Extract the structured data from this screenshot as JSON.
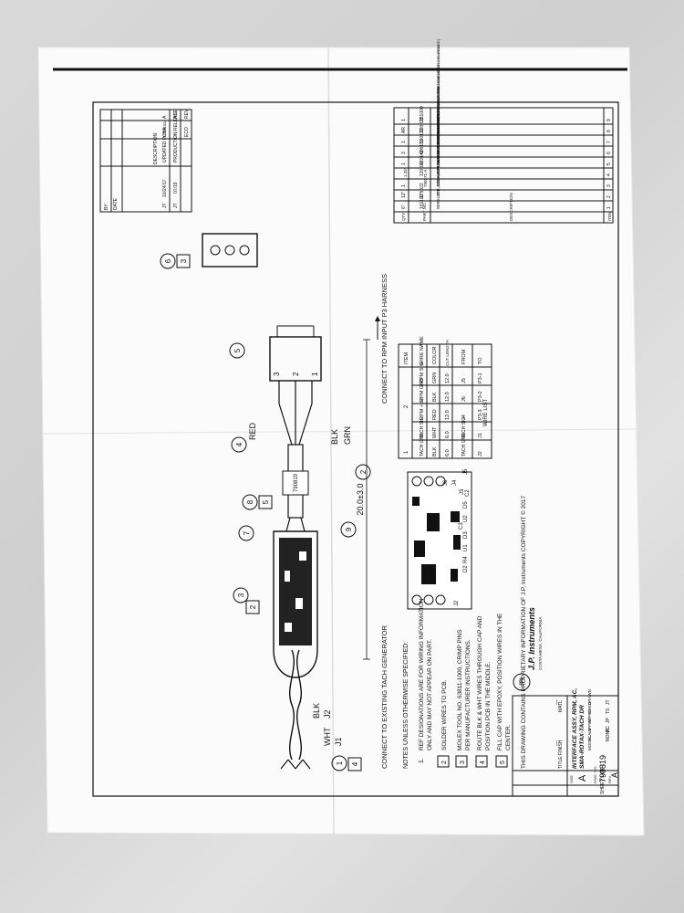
{
  "drawing": {
    "connect_tach": "CONNECT TO EXISTING TACH GENERATOR",
    "connect_rpm": "CONNECT TO RPM INPUT P3 HARNESS",
    "dimension": "20.0±3.0",
    "wire_red": "RED",
    "wire_blk": "BLK",
    "wire_grn": "GRN",
    "wire_wht": "WHT",
    "j1": "J1",
    "j2": "J2",
    "blk2": "BLK",
    "label_part": "790819",
    "pin3": "3",
    "pin2": "2",
    "pin1": "1",
    "balloons": [
      "1",
      "2",
      "3",
      "4",
      "5",
      "6",
      "7",
      "8",
      "9"
    ],
    "flags": [
      "4",
      "2",
      "5",
      "3"
    ]
  },
  "notes": {
    "heading": "NOTES UNLESS OTHERWISE SPECIFIED:",
    "items": [
      {
        "num": "1.",
        "text1": "REF DESIGNATIONS ARE FOR WIRING INFORMATION",
        "text2": "ONLY AND MAY NOT APPEAR ON PART."
      },
      {
        "num": "2",
        "text1": "SOLDER WIRES TO PCB.",
        "text2": ""
      },
      {
        "num": "3",
        "text1": "MOLEX TOOL NO. 63811-1000, CRIMP PINS",
        "text2": "PER MANUFACTURER INSTRUCTIONS."
      },
      {
        "num": "4",
        "text1": "ROUTE BLK & WHT WIRES THROUGH CAP AND",
        "text2": "POSITION PCB IN THE MIDDLE."
      },
      {
        "num": "5",
        "text1": "FILL CAP WITH EPOXY, POSITION WIRES IN THE",
        "text2": "CENTER."
      }
    ],
    "proprietary": "THIS DRAWING CONTAINS PROPRIETARY INFORMATION OF J.P. Instruments COPYRIGHT © 2017"
  },
  "pcb": {
    "labels": [
      "J4",
      "J3",
      "J6",
      "U2",
      "D5",
      "C2",
      "J5",
      "J2",
      "R4",
      "U1",
      "D3",
      "D2",
      "C3"
    ]
  },
  "wire_list": {
    "title": "WIRE LIST",
    "headers": [
      "ITEM",
      "WIRE NAME",
      "COLOR",
      "CUT LENGTH",
      "FROM",
      "TO"
    ],
    "rows": [
      [
        "",
        "RPM SIG",
        "GRN",
        "12.0",
        "J5",
        "P3-1"
      ],
      [
        "2",
        "RPM GND",
        "BLK",
        "12.0",
        "J6",
        "P3-2"
      ],
      [
        "",
        "RPM +5V",
        "RED",
        "12.0",
        "J4",
        "P3-3"
      ],
      [
        "",
        "TACH SIG",
        "WHT",
        "6.0",
        "TACH SIG",
        "J1"
      ],
      [
        "1",
        "TACH GND",
        "BLK",
        "6.0",
        "TACH GND",
        "J2"
      ]
    ]
  },
  "revisions": {
    "headers": [
      "REV",
      "ECO",
      "DESCRIPTION",
      "DATE",
      "BY"
    ],
    "rows": [
      [
        "NC",
        "-",
        "PRODUCTION RELEASE",
        "07/19",
        "JT"
      ],
      [
        "A",
        "17102414",
        "UPDATED PCBA",
        "10/24/17",
        "JT"
      ]
    ]
  },
  "bom": {
    "headers": [
      "QTY",
      "PART NO.",
      "DESCRIPTION",
      "ITEM"
    ],
    "rows": [
      [
        "1",
        "351000",
        "LABEL, WHITE, 3/4L, 1/2W, 1790819, BARCODE]",
        "9"
      ],
      [
        "AR",
        "190022",
        "ADHESIVE, EPOXY, SCOTCH-WELD, DP-190, GRAY",
        "8"
      ],
      [
        "1",
        "190112",
        "CAP, SILICONE",
        "7"
      ],
      [
        "3",
        "606181",
        "CONTACT, WIRE-N-LOK, MALE PIN",
        "6"
      ],
      [
        "1",
        "420142",
        "CONNECTOR, WIRE-N-LOK, 3 POS, MALE PIN HOUSING",
        "5"
      ],
      [
        "1.25\"",
        "120031",
        "HEAT SHRINK TUBING, BLK, 3/16\"",
        "4"
      ],
      [
        "1",
        "790271-A",
        "ASSY, PCB, INTERFACE TACH GEN, ROTAX",
        "3"
      ],
      [
        "12\"",
        "175022",
        "WIRE, 3 COND, 22 GA, FEP WIT, RED/BLK/GRN W/GROUND WIRE",
        "2"
      ],
      [
        "6\"",
        "161100",
        "WIRE, TFE, 22GA, TWISTED, 2 COND, BLK-WHT",
        "1"
      ]
    ]
  },
  "title_block": {
    "company": "J.P. Instruments",
    "location": "COSTA MESA, CALIFORNIA",
    "matl_label": "MATL",
    "matl_value": "—",
    "finish_label": "FINISH",
    "finish_value": "—",
    "title_label": "TITLE",
    "title_line1": "INTERFACE ASSY, RPM, AC,",
    "title_line2": "SMA-ROTAX-TACH DR",
    "drawn": "DRAWN",
    "drawn_by": "JT",
    "chkd": "CHKD",
    "chkd_by": "TS",
    "apprd1": "APPRD",
    "apprd1_by": "JP",
    "apprd2": "APPRD",
    "apprd2_by": "PC",
    "scale": "SCALE",
    "scale_val": "NONE",
    "model": "MODEL",
    "model_val": "",
    "size_label": "SIZE",
    "size_val": "A",
    "dwg_label": "DWG. NO.",
    "dwg_val": "790819",
    "rev_label": "REV",
    "rev_val": "A",
    "sheet": "SHEET  1  OF  1"
  }
}
